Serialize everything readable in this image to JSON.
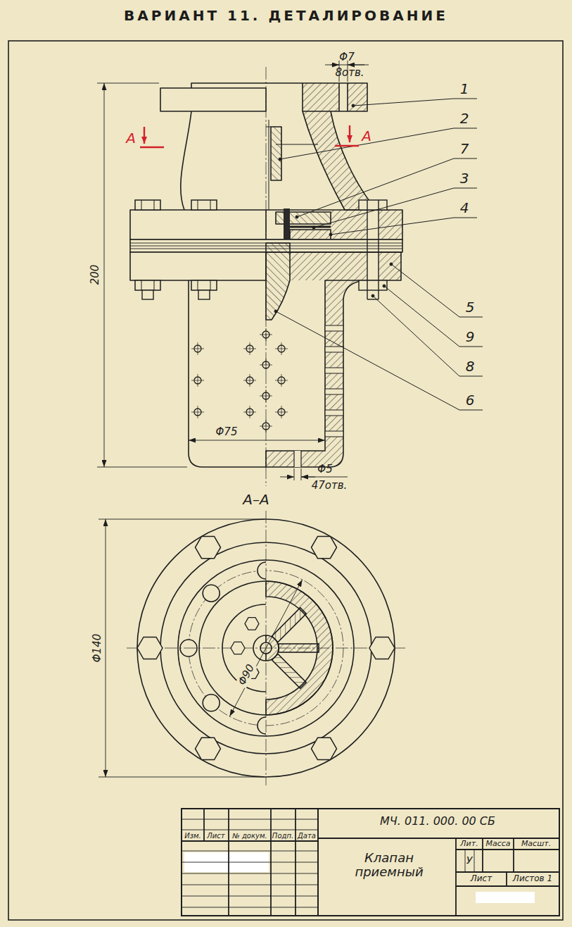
{
  "diagram": {
    "title": "ВАРИАНТ 11. ДЕТАЛИРОВАНИЕ",
    "labels": [
      "Φ7",
      "8отв.",
      "1",
      "2",
      "А",
      "А",
      "7",
      "3",
      "4",
      "200",
      "5",
      "9",
      "8",
      "6",
      "Φ75",
      "Φ5",
      "47отв.",
      "А–А",
      "Φ140",
      "Φ90",
      "МЧ. 011. 000. 00 СБ",
      "Изм.",
      "Лист",
      "№ докум.",
      "Подп.",
      "Дата",
      "Клапан приемный",
      "Лит.",
      "Масса",
      "Масшт.",
      "У",
      "Лист",
      "Листов 1"
    ]
  }
}
